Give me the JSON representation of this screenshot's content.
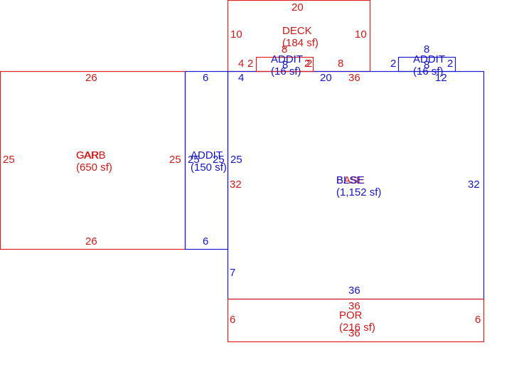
{
  "colors": {
    "red": "#d01818",
    "blue": "#1414c8"
  },
  "deck": {
    "name": "DECK",
    "area": "(184 sf)",
    "dim_top": "20",
    "dim_left": "10",
    "dim_right": "10",
    "dim_a": "8",
    "dim_b": "4",
    "dim_c": "2",
    "dim_d": "2",
    "dim_e": "8",
    "dim_f": "36"
  },
  "addit_top_left": {
    "name": "ADDIT",
    "area": "(16 sf)",
    "dim_bottom": "8",
    "dim_right": "2"
  },
  "addit_top_right": {
    "name": "ADDIT",
    "area": "(16 sf)",
    "dim_top": "8",
    "dim_left": "2",
    "dim_right": "2",
    "dim_bottom": "8",
    "dim_base": "12"
  },
  "garage": {
    "name_a": "GAR",
    "name_b": "CARB",
    "area": "(650 sf)",
    "dim_top": "26",
    "dim_left": "25",
    "dim_right": "25",
    "dim_bottom": "26"
  },
  "addit_mid": {
    "name": "ADDIT",
    "area": "(150 sf)",
    "dim_top": "6",
    "dim_left": "25",
    "dim_right": "25",
    "dim_bottom": "6"
  },
  "base": {
    "name_a": "BASE",
    "name_b": "BLSE",
    "area": "(1,152 sf)",
    "dim_top_left": "4",
    "dim_top_mid": "20",
    "dim_left": "25",
    "dim_left_red": "32",
    "dim_right": "32",
    "dim_low_left": "7",
    "dim_bottom": "36"
  },
  "porch": {
    "name": "POR",
    "area": "(216 sf)",
    "dim_top": "36",
    "dim_left": "6",
    "dim_right": "6",
    "dim_bottom": "36"
  }
}
